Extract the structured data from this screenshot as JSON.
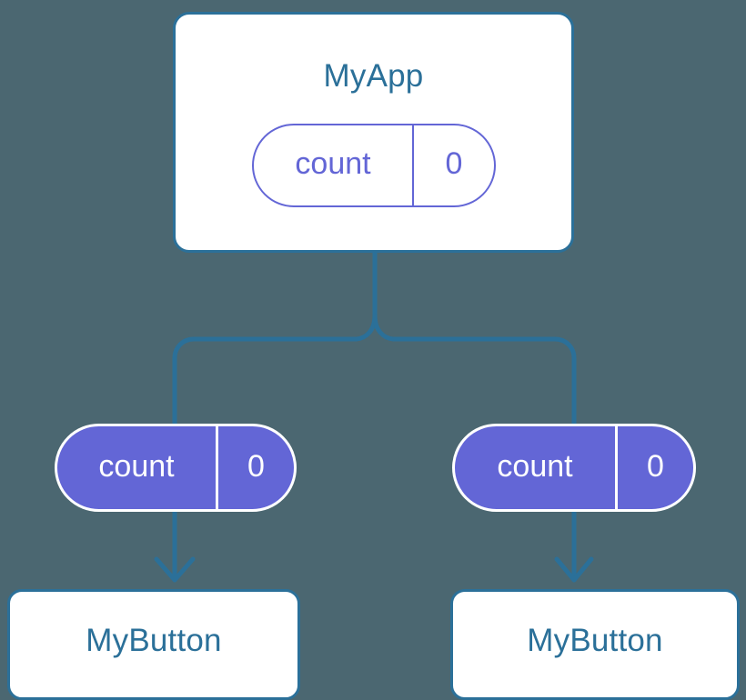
{
  "diagram": {
    "title": "MyApp component state propagation tree",
    "background_color": "#4b6771",
    "colors": {
      "connector": "#2b7099",
      "component_border": "#2b7099",
      "component_title_text": "#2b7099",
      "component_fill": "#ffffff",
      "pill_fill": "#6366d6",
      "pill_outline": "#6366d6",
      "pill_filled_text": "#ffffff",
      "pill_outlined_text": "#6366d6"
    }
  },
  "root": {
    "name": "root-component",
    "title": "MyApp",
    "state": {
      "key": "count",
      "value": "0"
    }
  },
  "branches": [
    {
      "name": "left-branch",
      "prop": {
        "key": "count",
        "value": "0"
      },
      "child": {
        "title": "MyButton"
      }
    },
    {
      "name": "right-branch",
      "prop": {
        "key": "count",
        "value": "0"
      },
      "child": {
        "title": "MyButton"
      }
    }
  ]
}
